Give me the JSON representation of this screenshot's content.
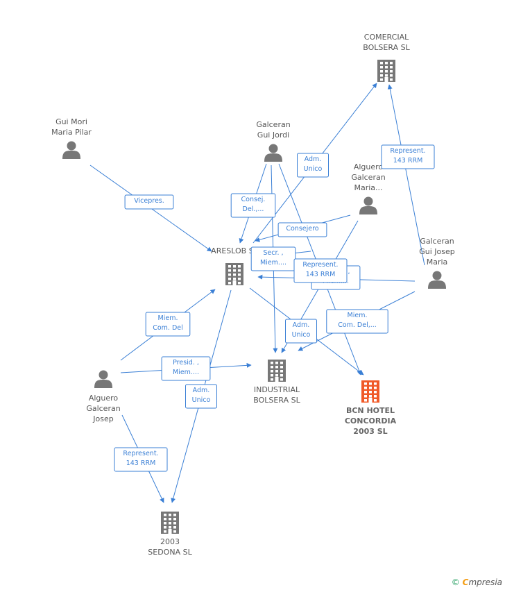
{
  "colors": {
    "edge": "#3a7fd5",
    "node": "#777777",
    "focus": "#f05a28"
  },
  "nodes": [
    {
      "id": "comercial",
      "type": "company",
      "lines": [
        "COMERCIAL",
        "BOLSERA SL"
      ],
      "label_pos": "above"
    },
    {
      "id": "guimori",
      "type": "person",
      "lines": [
        "Gui Mori",
        "Maria Pilar"
      ],
      "label_pos": "above"
    },
    {
      "id": "galjordi",
      "type": "person",
      "lines": [
        "Galceran",
        "Gui Jordi"
      ],
      "label_pos": "above"
    },
    {
      "id": "alguero_m",
      "type": "person",
      "lines": [
        "Alguero",
        "Galceran",
        "Maria..."
      ],
      "label_pos": "above"
    },
    {
      "id": "areslob",
      "type": "company",
      "lines": [
        "ARESLOB SL"
      ],
      "label_pos": "above"
    },
    {
      "id": "galjosep",
      "type": "person",
      "lines": [
        "Galceran",
        "Gui Josep",
        "Maria"
      ],
      "label_pos": "above"
    },
    {
      "id": "industrial",
      "type": "company",
      "lines": [
        "INDUSTRIAL",
        "BOLSERA SL"
      ],
      "label_pos": "below"
    },
    {
      "id": "bcn",
      "type": "company",
      "focus": true,
      "lines": [
        "BCN HOTEL",
        "CONCORDIA",
        "2003 SL"
      ],
      "label_pos": "below"
    },
    {
      "id": "alguero_j",
      "type": "person",
      "lines": [
        "Alguero",
        "Galceran",
        "Josep"
      ],
      "label_pos": "below"
    },
    {
      "id": "sedona",
      "type": "company",
      "lines": [
        "2003",
        "SEDONA SL"
      ],
      "label_pos": "below"
    }
  ],
  "edges": [
    {
      "from": "guimori",
      "to": "areslob",
      "label": [
        "Vicepres."
      ]
    },
    {
      "from": "galjordi",
      "to": "areslob",
      "label": [
        "Consej.",
        "Del.,..."
      ]
    },
    {
      "from": "galjordi",
      "to": "industrial",
      "label": []
    },
    {
      "from": "galjordi",
      "to": "bcn",
      "label": []
    },
    {
      "from": "areslob",
      "to": "comercial",
      "label": [
        "Adm.",
        "Unico"
      ]
    },
    {
      "from": "galjosep",
      "to": "comercial",
      "label": [
        "Represent.",
        "143 RRM"
      ]
    },
    {
      "from": "alguero_m",
      "to": "areslob",
      "label": [
        "Consejero"
      ]
    },
    {
      "from": "alguero_m",
      "to": "industrial",
      "label": [
        "Adm.",
        "Unico"
      ]
    },
    {
      "from": "alguero_m",
      "to": "areslob",
      "label": [
        "Secr. ,",
        "Miem...."
      ]
    },
    {
      "from": "galjosep",
      "to": "areslob",
      "label": [
        "Consej. ,",
        "Miem...."
      ]
    },
    {
      "from": "galjosep",
      "to": "industrial",
      "label": [
        "Miem.",
        "Com. Del,..."
      ]
    },
    {
      "from": "areslob",
      "to": "bcn",
      "label": [
        "Represent.",
        "143 RRM"
      ]
    },
    {
      "from": "alguero_j",
      "to": "areslob",
      "label": [
        "Miem.",
        "Com. Del"
      ]
    },
    {
      "from": "alguero_j",
      "to": "industrial",
      "label": [
        "Presid. ,",
        "Miem...."
      ]
    },
    {
      "from": "areslob",
      "to": "sedona",
      "label": [
        "Adm.",
        "Unico"
      ]
    },
    {
      "from": "alguero_j",
      "to": "sedona",
      "label": [
        "Represent.",
        "143 RRM"
      ]
    }
  ],
  "footer": {
    "copyright": "©",
    "brand_first": "C",
    "brand_rest": "mpresia"
  }
}
